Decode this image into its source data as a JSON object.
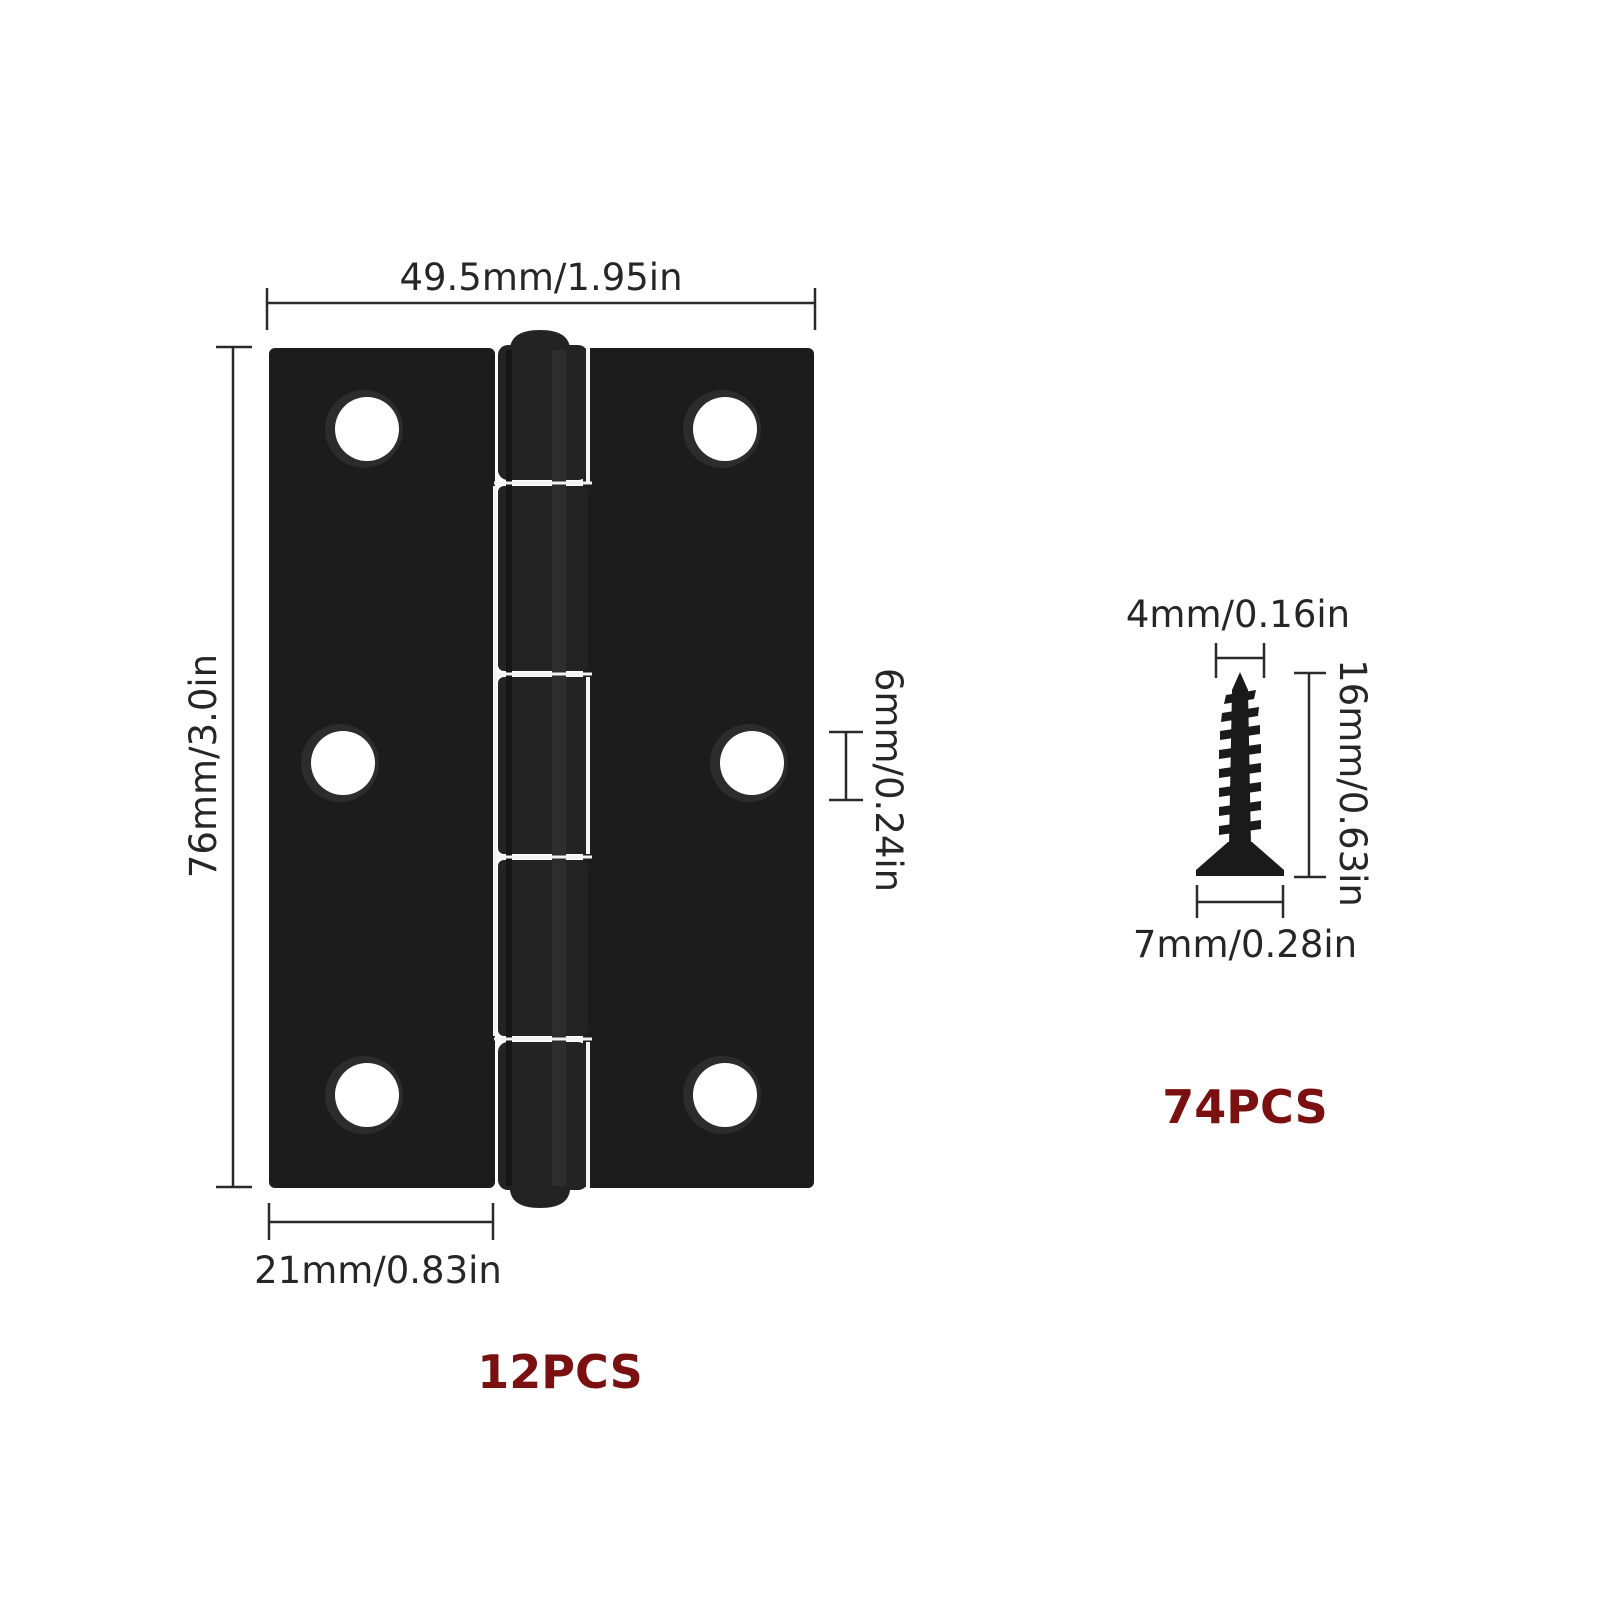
{
  "hinge": {
    "width_label": "49.5mm/1.95in",
    "height_label": "76mm/3.0in",
    "leaf_width_label": "21mm/0.83in",
    "hole_diameter_label": "6mm/0.24in",
    "quantity_label": "12PCS"
  },
  "screw": {
    "shank_diameter_label": "4mm/0.16in",
    "length_label": "16mm/0.63in",
    "head_diameter_label": "7mm/0.28in",
    "quantity_label": "74PCS"
  },
  "colors": {
    "quantity_text": "#7a1010",
    "hinge_metal": "#1c1c1c",
    "dimension_lines": "#2a2a2a",
    "background": "#ffffff"
  }
}
